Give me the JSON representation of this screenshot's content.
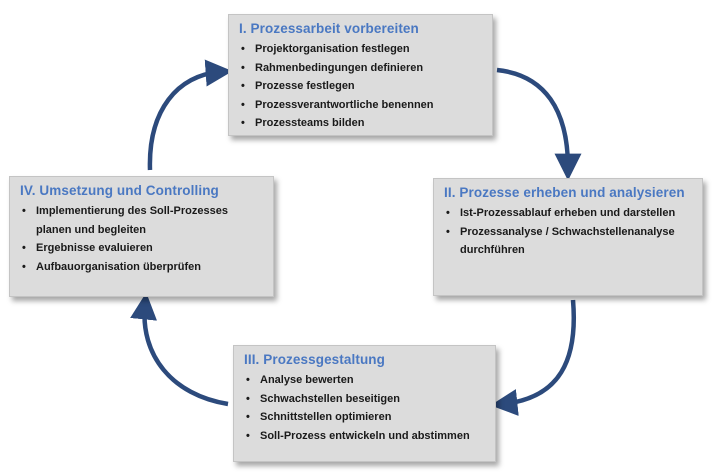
{
  "boxes": [
    {
      "title": "I. Prozessarbeit vorbereiten",
      "items": [
        "Projektorganisation festlegen",
        "Rahmenbedingungen definieren",
        "Prozesse festlegen",
        "Prozessverantwortliche benennen",
        "Prozessteams bilden"
      ]
    },
    {
      "title": "II. Prozesse erheben und analysieren",
      "items": [
        "Ist-Prozessablauf erheben und darstellen",
        "Prozessanalyse / Schwachstellenanalyse durchführen"
      ]
    },
    {
      "title": "III. Prozessgestaltung",
      "items": [
        "Analyse bewerten",
        "Schwachstellen beseitigen",
        "Schnittstellen optimieren",
        "Soll-Prozess entwickeln und abstimmen"
      ]
    },
    {
      "title": "IV. Umsetzung und Controlling",
      "items": [
        "Implementierung des Soll-Prozesses planen und begleiten",
        "Ergebnisse evaluieren",
        "Aufbauorganisation überprüfen"
      ]
    }
  ],
  "colors": {
    "title": "#4a78c2",
    "arrow": "#2c4a7c",
    "box": "#dcdcdc"
  }
}
